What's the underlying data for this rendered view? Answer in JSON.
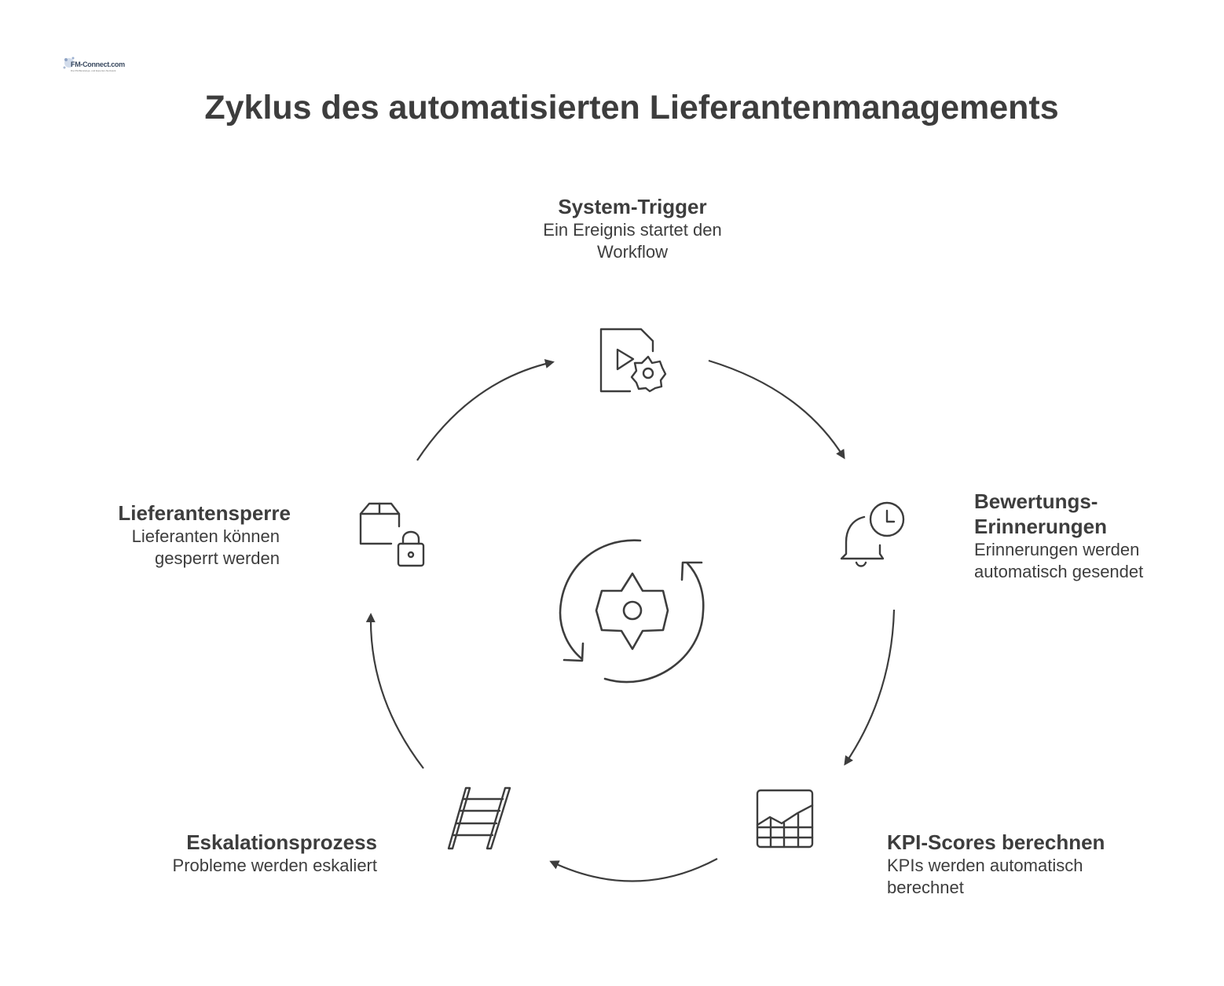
{
  "logo": {
    "text": "FM-Connect.com",
    "subtext": "Die FM-Beratungs- und Experten-Netzwerk"
  },
  "title": "Zyklus des automatisierten Lieferantenmanagements",
  "stages": {
    "system_trigger": {
      "title": "System-Trigger",
      "desc": "Ein Ereignis startet den Workflow",
      "icon": "workflow-file-gear-icon"
    },
    "reminders": {
      "title": "Bewertungs-Erinnerungen",
      "desc": "Erinnerungen werden automatisch gesendet",
      "icon": "bell-clock-icon"
    },
    "kpi": {
      "title": "KPI-Scores berechnen",
      "desc": "KPIs werden automatisch berechnet",
      "icon": "chart-grid-icon"
    },
    "escalation": {
      "title": "Eskalationsprozess",
      "desc": "Probleme werden eskaliert",
      "icon": "ladder-icon"
    },
    "block": {
      "title": "Lieferantensperre",
      "desc": "Lieferanten können gesperrt werden",
      "icon": "box-lock-icon"
    }
  },
  "center_icon": "gear-cycle-icon",
  "colors": {
    "stroke": "#3d3d3d",
    "text": "#3d3d3d",
    "background": "#ffffff"
  }
}
